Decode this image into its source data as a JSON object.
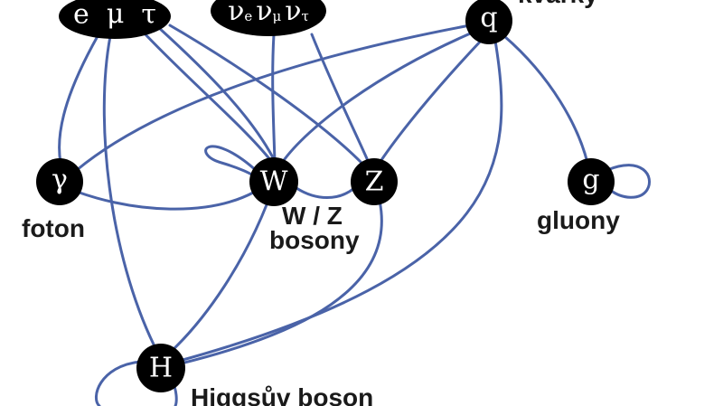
{
  "nodes": {
    "leptons": {
      "label": "e  μ  τ"
    },
    "neutrinos": {
      "nu": "ν",
      "sub_e": "e",
      "sub_mu": "μ",
      "sub_tau": "τ"
    },
    "quarks": {
      "label": "q"
    },
    "photon": {
      "label": "γ"
    },
    "w_boson": {
      "label": "W"
    },
    "z_boson": {
      "label": "Z"
    },
    "gluon": {
      "label": "g"
    },
    "higgs": {
      "label": "H"
    }
  },
  "captions": {
    "quarks": "kvarky",
    "photon": "foton",
    "wz_line1": "W / Z",
    "wz_line2": "bosony",
    "gluon": "gluony",
    "higgs": "Higgsův boson"
  },
  "colors": {
    "edge": "#4a63a8",
    "node": "#000000",
    "node_text": "#ffffff",
    "caption_text": "#1a1a1a"
  }
}
